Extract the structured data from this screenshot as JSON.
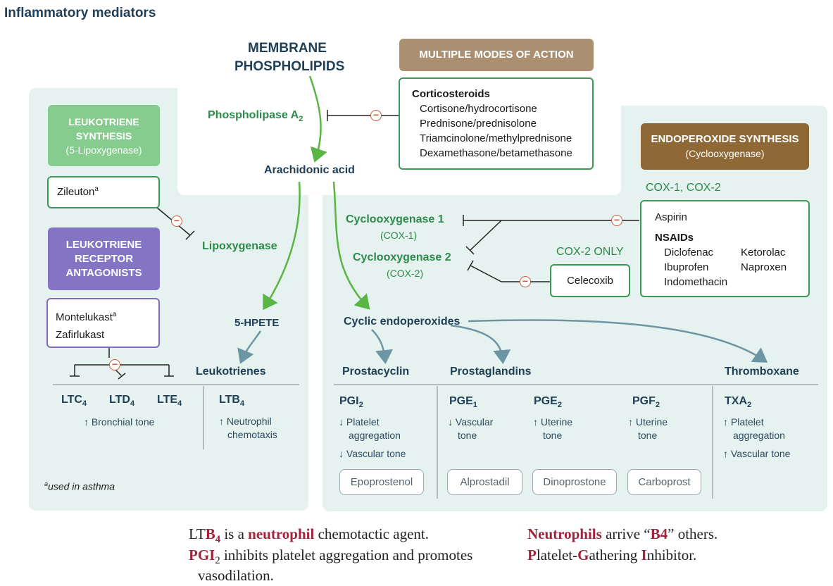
{
  "title": "Inflammatory mediators",
  "membrane": {
    "line1": "MEMBRANE",
    "line2": "PHOSPHOLIPIDS"
  },
  "phospholipase": {
    "name": "Phospholipase A",
    "sub": "2"
  },
  "arachidonic": "Arachidonic acid",
  "multiple_modes": {
    "header": "MULTIPLE MODES OF ACTION",
    "heading": "Corticosteroids",
    "items": [
      "Cortisone/hydrocortisone",
      "Prednisone/prednisolone",
      "Triamcinolone/methylprednisone",
      "Dexamethasone/betamethasone"
    ]
  },
  "lt_synthesis": {
    "line1": "LEUKOTRIENE",
    "line2": "SYNTHESIS",
    "line3": "(5-Lipoxygenase)"
  },
  "zileuton": {
    "name": "Zileuton",
    "sup": "a"
  },
  "lipoxygenase": "Lipoxygenase",
  "lt_antagonists": {
    "line1": "LEUKOTRIENE",
    "line2": "RECEPTOR",
    "line3": "ANTAGONISTS"
  },
  "montelukast": {
    "name": "Montelukast",
    "sup": "a"
  },
  "zafirlukast": "Zafirlukast",
  "hpete": "5-HPETE",
  "leukotrienes": "Leukotrienes",
  "ltc4": {
    "name": "LTC",
    "sub": "4"
  },
  "ltd4": {
    "name": "LTD",
    "sub": "4"
  },
  "lte4": {
    "name": "LTE",
    "sub": "4"
  },
  "ltb4": {
    "name": "LTB",
    "sub": "4"
  },
  "bronchial": "↑ Bronchial tone",
  "neutrophil": {
    "line1": "↑ Neutrophil",
    "line2": "chemotaxis"
  },
  "asthma_note": {
    "sup": "a",
    "text": "used in asthma"
  },
  "endo_synthesis": {
    "line1": "ENDOPEROXIDE SYNTHESIS",
    "line2": "(Cyclooxygenase)"
  },
  "cox12": "COX-1, COX-2",
  "aspirin_box": {
    "aspirin": "Aspirin",
    "nsaids": "NSAIDs",
    "col1": [
      "Diclofenac",
      "Ibuprofen",
      "Indomethacin"
    ],
    "col2": [
      "Ketorolac",
      "Naproxen"
    ]
  },
  "cox1": {
    "name": "Cyclooxygenase 1",
    "abbr": "(COX-1)"
  },
  "cox2": {
    "name": "Cyclooxygenase 2",
    "abbr": "(COX-2)"
  },
  "cox2only": "COX-2 ONLY",
  "celecoxib": "Celecoxib",
  "cyclic": "Cyclic endoperoxides",
  "prostacyclin": "Prostacyclin",
  "prostaglandins": "Prostaglandins",
  "thromboxane": "Thromboxane",
  "pgi2": {
    "name": "PGI",
    "sub": "2",
    "line1": "↓ Platelet",
    "line2": "aggregation",
    "line3": "↓ Vascular tone",
    "drug": "Epoprostenol"
  },
  "pge1": {
    "name": "PGE",
    "sub": "1",
    "line1": "↓ Vascular",
    "line2": "tone",
    "drug": "Alprostadil"
  },
  "pge2": {
    "name": "PGE",
    "sub": "2",
    "line1": "↑ Uterine",
    "line2": "tone",
    "drug": "Dinoprostone"
  },
  "pgf2": {
    "name": "PGF",
    "sub": "2",
    "line1": "↑ Uterine",
    "line2": "tone",
    "drug": "Carboprost"
  },
  "txa2": {
    "name": "TXA",
    "sub": "2",
    "line1": "↑ Platelet",
    "line2": "aggregation",
    "line3": "↑ Vascular tone"
  },
  "mnemonics": {
    "m1": {
      "a": "LT",
      "b": "B",
      "b_sub": "4",
      "c": " is a ",
      "d": "neutrophil",
      "e": " chemotactic agent."
    },
    "m2": {
      "a": "PGI",
      "a_sub": "2",
      "b": " inhibits platelet aggregation and promotes"
    },
    "m2b": "vasodilation.",
    "m3": {
      "a": "Neutrophils",
      "b": " arrive “",
      "c": "B4",
      "d": "” others."
    },
    "m4": {
      "a": "P",
      "b": "latelet-",
      "c": "G",
      "d": "athering ",
      "e": "I",
      "f": "nhibitor."
    }
  },
  "colors": {
    "green_header": "#86cc8e",
    "purple_header": "#8474c4",
    "tan_header": "#aa9070",
    "brown_header": "#8e6936",
    "panel": "#e6f2ef",
    "inhibit": "#c85a3d",
    "arrow": "#5ab544",
    "teal_arrow": "#6d96a5"
  }
}
